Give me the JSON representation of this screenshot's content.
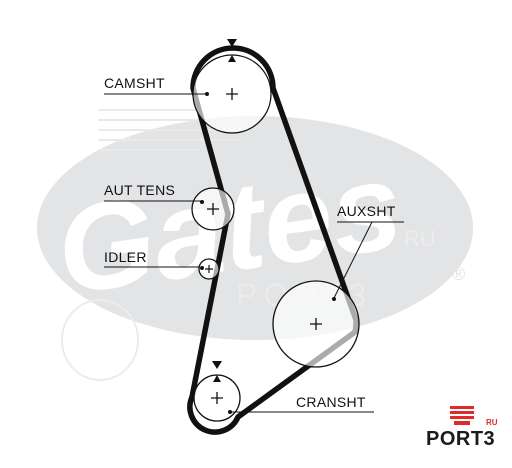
{
  "labels": {
    "camsht": "CAMSHT",
    "aut_tens": "AUT TENS",
    "idler": "IDLER",
    "auxsht": "AUXSHT",
    "cransht": "CRANSHT"
  },
  "watermark": {
    "brand": "Gates",
    "ru": "RU",
    "port": "PORT3",
    "registered": "®"
  },
  "logo": {
    "name": "PORT3",
    "tld": "RU",
    "accent_color": "#e12a2a"
  },
  "colors": {
    "belt": "#111111",
    "watermark": "#e3e4e6"
  }
}
